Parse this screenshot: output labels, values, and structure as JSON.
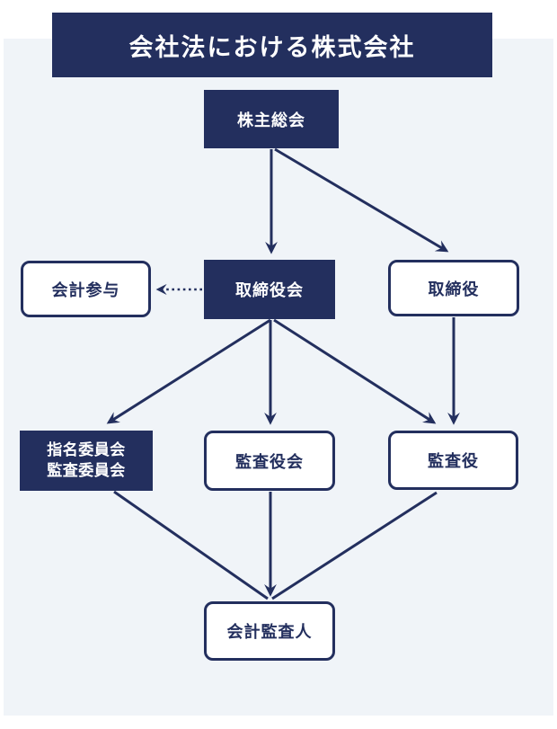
{
  "title": "会社法における株式会社",
  "colors": {
    "navy": "#232f5e",
    "panel_bg": "#f0f4f8",
    "box_bg": "#ffffff"
  },
  "nodes": {
    "shareholders_meeting": {
      "label": "株主総会"
    },
    "accounting_advisor": {
      "label": "会計参与"
    },
    "board_of_directors": {
      "label": "取締役会"
    },
    "director": {
      "label": "取締役"
    },
    "nominating_committee": {
      "label_line1": "指名委員会",
      "label_line2": "監査委員会"
    },
    "board_of_auditors": {
      "label": "監査役会"
    },
    "auditor": {
      "label": "監査役"
    },
    "accounting_auditor": {
      "label": "会計監査人"
    }
  },
  "edges": [
    {
      "from": "shareholders_meeting",
      "to": "board_of_directors",
      "style": "solid",
      "arrowhead": true
    },
    {
      "from": "shareholders_meeting",
      "to": "director",
      "style": "solid",
      "arrowhead": true
    },
    {
      "from": "board_of_directors",
      "to": "accounting_advisor",
      "style": "dotted",
      "arrowhead": true
    },
    {
      "from": "board_of_directors",
      "to": "nominating_committee",
      "style": "solid",
      "arrowhead": true
    },
    {
      "from": "board_of_directors",
      "to": "board_of_auditors",
      "style": "solid",
      "arrowhead": true
    },
    {
      "from": "board_of_directors",
      "to": "auditor",
      "style": "solid",
      "arrowhead": true
    },
    {
      "from": "director",
      "to": "auditor",
      "style": "solid",
      "arrowhead": true
    },
    {
      "from": "nominating_committee",
      "to": "accounting_auditor",
      "style": "solid",
      "arrowhead": false
    },
    {
      "from": "board_of_auditors",
      "to": "accounting_auditor",
      "style": "solid",
      "arrowhead": true
    },
    {
      "from": "auditor",
      "to": "accounting_auditor",
      "style": "solid",
      "arrowhead": false
    }
  ]
}
